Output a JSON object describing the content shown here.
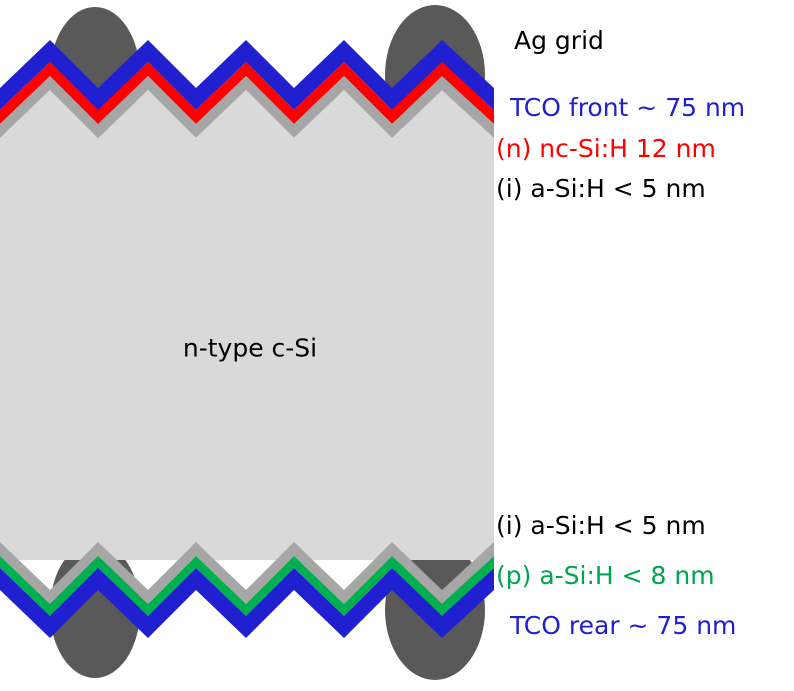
{
  "diagram": {
    "center_label": "n-type c-Si",
    "front_labels": [
      {
        "text": "Ag grid",
        "color": "#000000"
      },
      {
        "text": "TCO front ~ 75 nm",
        "color": "#1f1fcf"
      },
      {
        "text": "(n) nc-Si:H 12 nm",
        "color": "#ff0000"
      },
      {
        "text": "(i) a-Si:H < 5 nm",
        "color": "#000000"
      }
    ],
    "rear_labels": [
      {
        "text": "(i) a-Si:H < 5 nm",
        "color": "#000000"
      },
      {
        "text": "(p) a-Si:H < 8 nm",
        "color": "#00a550"
      },
      {
        "text": "TCO rear ~ 75 nm",
        "color": "#1f1fcf"
      }
    ],
    "colors": {
      "bulk": "#d9d9d9",
      "intrinsic": "#a6a6a6",
      "n_layer": "#ff0000",
      "p_layer": "#00b050",
      "tco": "#2020d0",
      "ag_grid": "#595959"
    }
  }
}
